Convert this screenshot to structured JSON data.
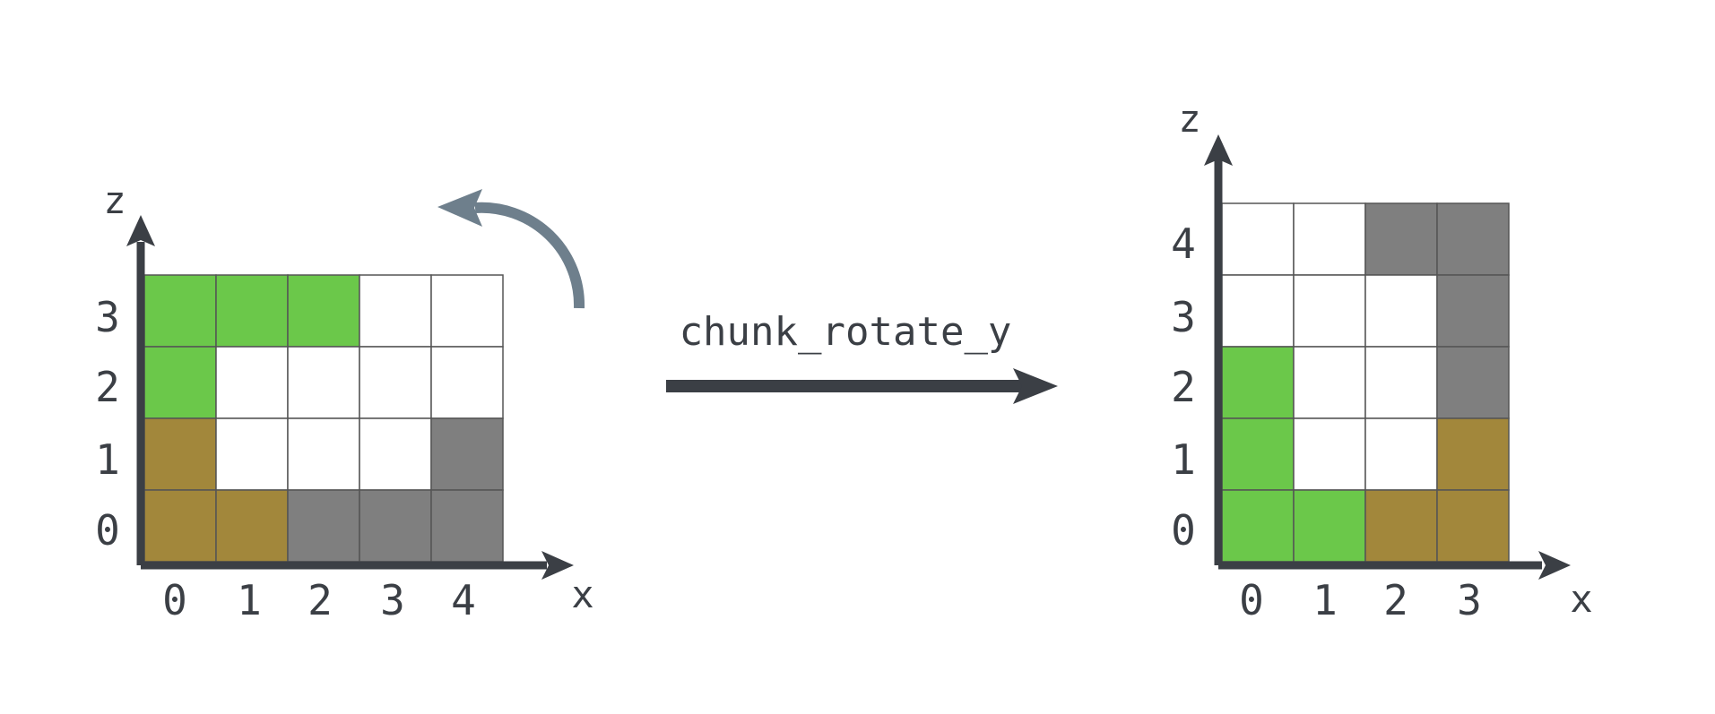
{
  "colors": {
    "green": "#6bc84a",
    "brown": "#a2873b",
    "gray": "#7f7f7f",
    "white": "#ffffff",
    "grid": "#555555",
    "axis": "#3b3f45",
    "rotate_arrow": "#6e7f8c"
  },
  "operation": {
    "label": "chunk_rotate_y"
  },
  "before": {
    "x_label": "x",
    "z_label": "z",
    "x_ticks": [
      "0",
      "1",
      "2",
      "3",
      "4"
    ],
    "z_ticks": [
      "0",
      "1",
      "2",
      "3"
    ],
    "rows_top_to_bottom": [
      [
        "green",
        "green",
        "green",
        "white",
        "white"
      ],
      [
        "green",
        "white",
        "white",
        "white",
        "white"
      ],
      [
        "brown",
        "white",
        "white",
        "white",
        "gray"
      ],
      [
        "brown",
        "brown",
        "gray",
        "gray",
        "gray"
      ]
    ]
  },
  "after": {
    "x_label": "x",
    "z_label": "z",
    "x_ticks": [
      "0",
      "1",
      "2",
      "3"
    ],
    "z_ticks": [
      "0",
      "1",
      "2",
      "3",
      "4"
    ],
    "rows_top_to_bottom": [
      [
        "white",
        "white",
        "gray",
        "gray"
      ],
      [
        "white",
        "white",
        "white",
        "gray"
      ],
      [
        "green",
        "white",
        "white",
        "gray"
      ],
      [
        "green",
        "white",
        "white",
        "brown"
      ],
      [
        "green",
        "green",
        "brown",
        "brown"
      ]
    ]
  }
}
